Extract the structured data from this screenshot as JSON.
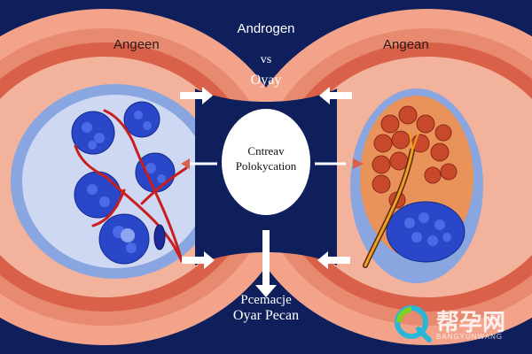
{
  "labels": {
    "title_top": "Androgen",
    "vs": "vs",
    "ovary_top": "Oyay",
    "left_organ": "Angeen",
    "right_organ": "Angean",
    "center_line1": "Cntreav",
    "center_line2": "Polokycation",
    "bottom_line1": "Pcemacje",
    "bottom_line2": "Oyar Pecan"
  },
  "watermark": {
    "text": "帮孕网",
    "subtext": "BANGYUNWANG"
  },
  "colors": {
    "background": "#0e1f5c",
    "outer_ring": "#f2a38a",
    "inner_ring": "#d9614a",
    "follicle_blue": "#2a47c9",
    "follicle_red": "#c8482c",
    "vessel": "#c81e1e"
  }
}
